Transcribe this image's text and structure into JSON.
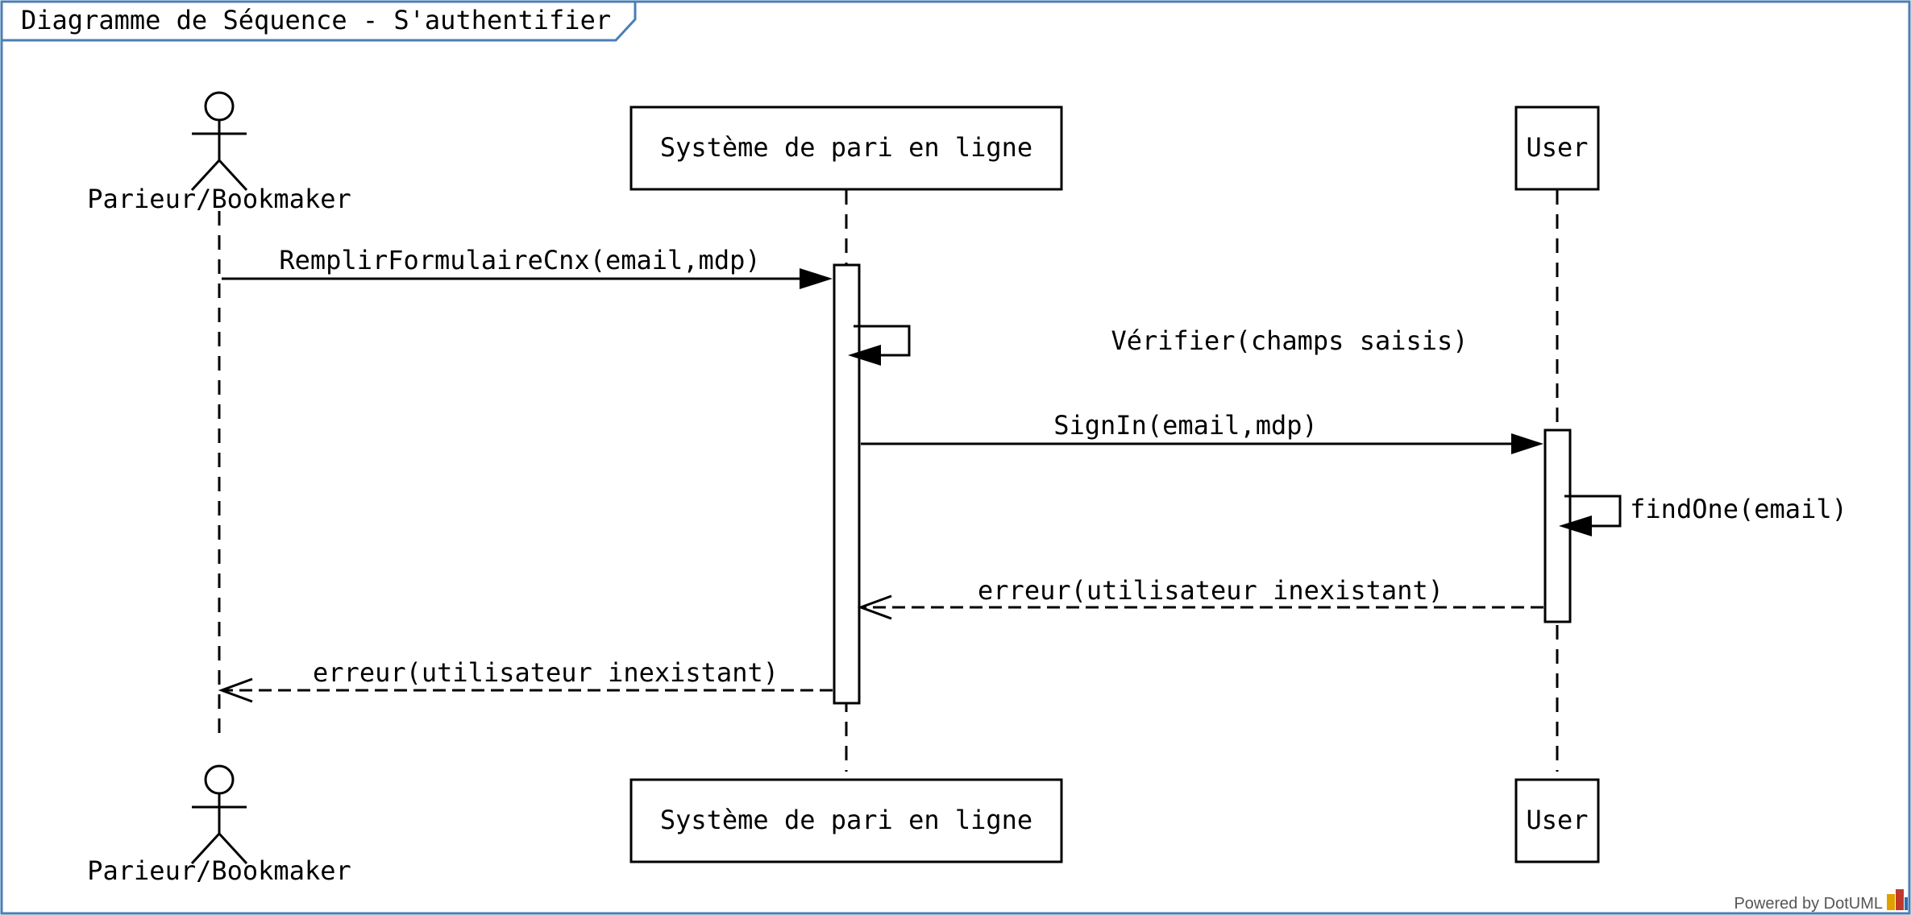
{
  "frame": {
    "title": "Diagramme de Séquence - S'authentifier",
    "border_color": "#4a7fb5"
  },
  "participants": [
    {
      "id": "actor",
      "kind": "actor",
      "label": "Parieur/Bookmaker"
    },
    {
      "id": "system",
      "kind": "box",
      "label": "Système de pari en ligne"
    },
    {
      "id": "user",
      "kind": "box",
      "label": "User"
    }
  ],
  "messages": [
    {
      "from": "actor",
      "to": "system",
      "label": "RemplirFormulaireCnx(email,mdp)",
      "style": "sync"
    },
    {
      "from": "system",
      "to": "system",
      "label": "Vérifier(champs saisis)",
      "style": "self"
    },
    {
      "from": "system",
      "to": "user",
      "label": "SignIn(email,mdp)",
      "style": "sync"
    },
    {
      "from": "user",
      "to": "user",
      "label": "findOne(email)",
      "style": "self"
    },
    {
      "from": "user",
      "to": "system",
      "label": "erreur(utilisateur inexistant)",
      "style": "return"
    },
    {
      "from": "system",
      "to": "actor",
      "label": "erreur(utilisateur inexistant)",
      "style": "return"
    }
  ],
  "footer": {
    "text": "Powered by DotUML",
    "logo_colors": {
      "d": "#e0a000",
      "u": "#c0392b",
      "m": "#2e6db4"
    }
  }
}
